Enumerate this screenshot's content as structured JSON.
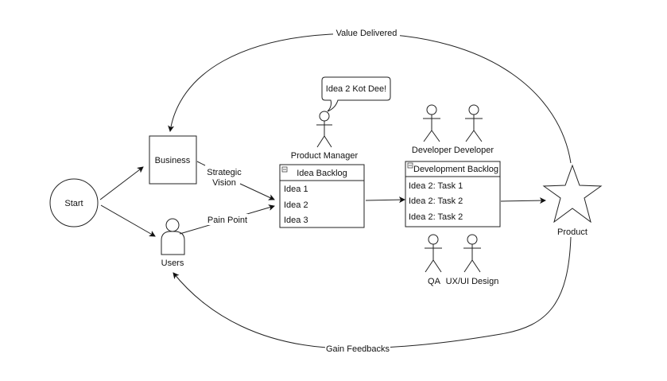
{
  "diagram": {
    "nodes": {
      "start": {
        "label": "Start"
      },
      "business": {
        "label": "Business"
      },
      "users": {
        "label": "Users"
      },
      "product_manager": {
        "label": "Product Manager",
        "speech": "Idea 2 Kot Dee!"
      },
      "idea_backlog": {
        "title": "Idea Backlog",
        "items": [
          "Idea 1",
          "Idea 2",
          "Idea 3"
        ]
      },
      "development_backlog": {
        "title": "Development Backlog",
        "items": [
          "Idea 2: Task 1",
          "Idea 2: Task 2",
          "Idea 2: Task 2"
        ]
      },
      "developer_1": {
        "label": "Developer"
      },
      "developer_2": {
        "label": "Developer"
      },
      "qa": {
        "label": "QA"
      },
      "uxui": {
        "label": "UX/UI Design"
      },
      "product": {
        "label": "Product"
      }
    },
    "edges": {
      "value_delivered": {
        "label": "Value Delivered"
      },
      "strategic_vision": {
        "label_line1": "Strategic",
        "label_line2": "Vision"
      },
      "pain_point": {
        "label": "Pain Point"
      },
      "gain_feedbacks": {
        "label": "Gain Feedbacks"
      }
    }
  }
}
